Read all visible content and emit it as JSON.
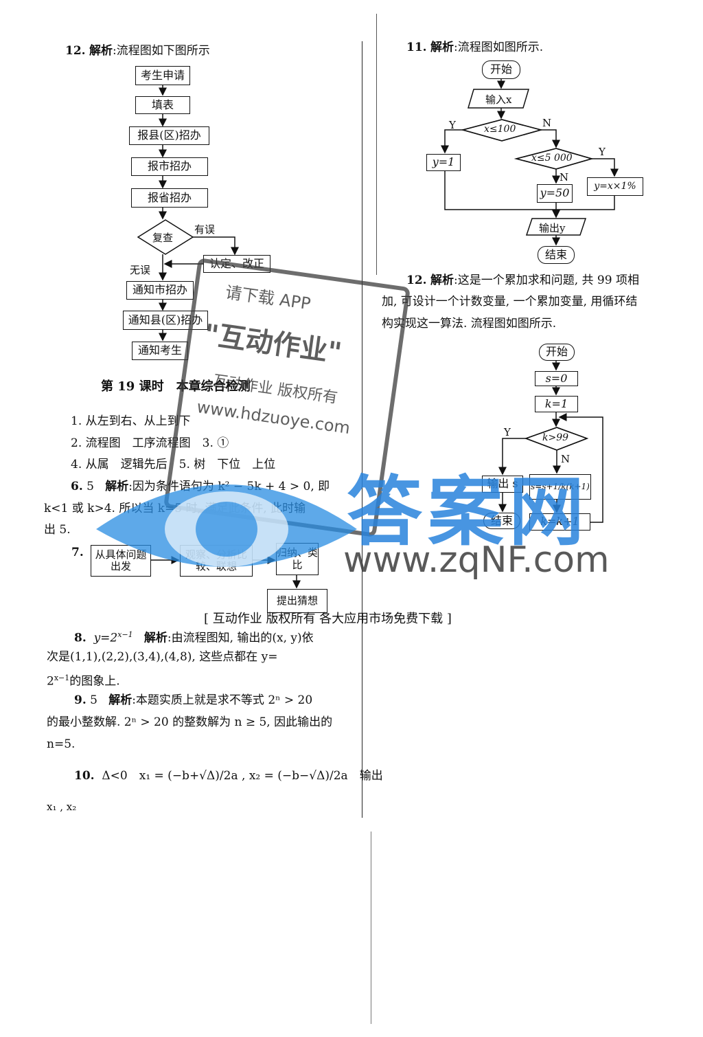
{
  "left": {
    "q12_num": "12.",
    "q12_label": "解析",
    "q12_text": ":流程图如下图所示",
    "flow12": {
      "b1": "考生申请",
      "b2": "填表",
      "b3": "报县(区)招办",
      "b4": "报市招办",
      "b5": "报省招办",
      "d1": "复查",
      "err": "有误",
      "fix": "认定、改正",
      "ok": "无误",
      "n1": "通知市招办",
      "n2": "通知县(区)招办",
      "n3": "通知考生"
    },
    "section_title": "第 19 课时　本章综合检测",
    "a1": "1. 从左到右、从上到下",
    "a2": "2. 流程图　工序流程图　3. ①",
    "a4": "4. 从属　逻辑先后　5. 树　下位　上位",
    "a6_num": "6.",
    "a6_val": "5",
    "a6_label": "解析",
    "a6_l1": ":因为条件语句为 k² − 5k + 4 > 0, 即",
    "a6_l2": "k<1 或 k>4. 所以当 k=5 时, 满足此条件, 此时输",
    "a6_l3": "出 5.",
    "q7_num": "7.",
    "flow7": {
      "b1": "从具体问题出发",
      "b2": "观察、分析比较、联想",
      "b3": "归纳、类比",
      "b4": "提出猜想"
    },
    "a8_num": "8.",
    "a8_formula": "y=2",
    "a8_sup": "x−1",
    "a8_label": "解析",
    "a8_l1": ":由流程图知, 输出的(x, y)依",
    "a8_l2": "次是(1,1),(2,2),(3,4),(4,8), 这些点都在 y=",
    "a8_l3": "2",
    "a8_l3_sup": "x−1",
    "a8_l3_end": "的图象上.",
    "a9_num": "9.",
    "a9_val": "5",
    "a9_label": "解析",
    "a9_l1": ":本题实质上就是求不等式 2ⁿ > 20",
    "a9_l2": "的最小整数解. 2ⁿ > 20 的整数解为 n ≥ 5, 因此输出的",
    "a9_l3": "n=5.",
    "a10_num": "10.",
    "a10_l1": "Δ<0　x₁ = (−b+√Δ)/2a , x₂ = (−b−√Δ)/2a　输出",
    "a10_l2": "x₁ , x₂"
  },
  "right": {
    "q11_num": "11.",
    "q11_label": "解析",
    "q11_text": ":流程图如图所示.",
    "flow11": {
      "start": "开始",
      "input": "输入x",
      "cond1": "x≤100",
      "y1": "Y",
      "n1": "N",
      "out1": "y=1",
      "cond2": "x≤5 000",
      "y2": "Y",
      "n2": "N",
      "out2": "y=50",
      "out3": "y=x×1%",
      "output": "输出y",
      "end": "结束"
    },
    "q12_num": "12.",
    "q12_label": "解析",
    "q12_l1": ":这是一个累加求和问题, 共 99 项相",
    "q12_l2": "加, 可设计一个计数变量, 一个累加变量, 用循环结",
    "q12_l3": "构实现这一算法. 流程图如图所示.",
    "flow12": {
      "start": "开始",
      "s0": "s=0",
      "k1": "k=1",
      "cond": "k>99",
      "y": "Y",
      "n": "N",
      "out": "输出 s",
      "sum": "s=s+1/k(k+1)",
      "inc": "k=k+1",
      "end": "结束"
    }
  },
  "watermarks": {
    "stamp_l1": "请下载 APP",
    "stamp_l2": "\"互动作业\"",
    "stamp_l3": "互动作业 版权所有",
    "stamp_l4": "www.hdzuoye.com",
    "banner": "[ 互动作业 版权所有 各大应用市场免费下载 ]",
    "site_big": "答案网",
    "site_url": "www.zqNF.com"
  }
}
